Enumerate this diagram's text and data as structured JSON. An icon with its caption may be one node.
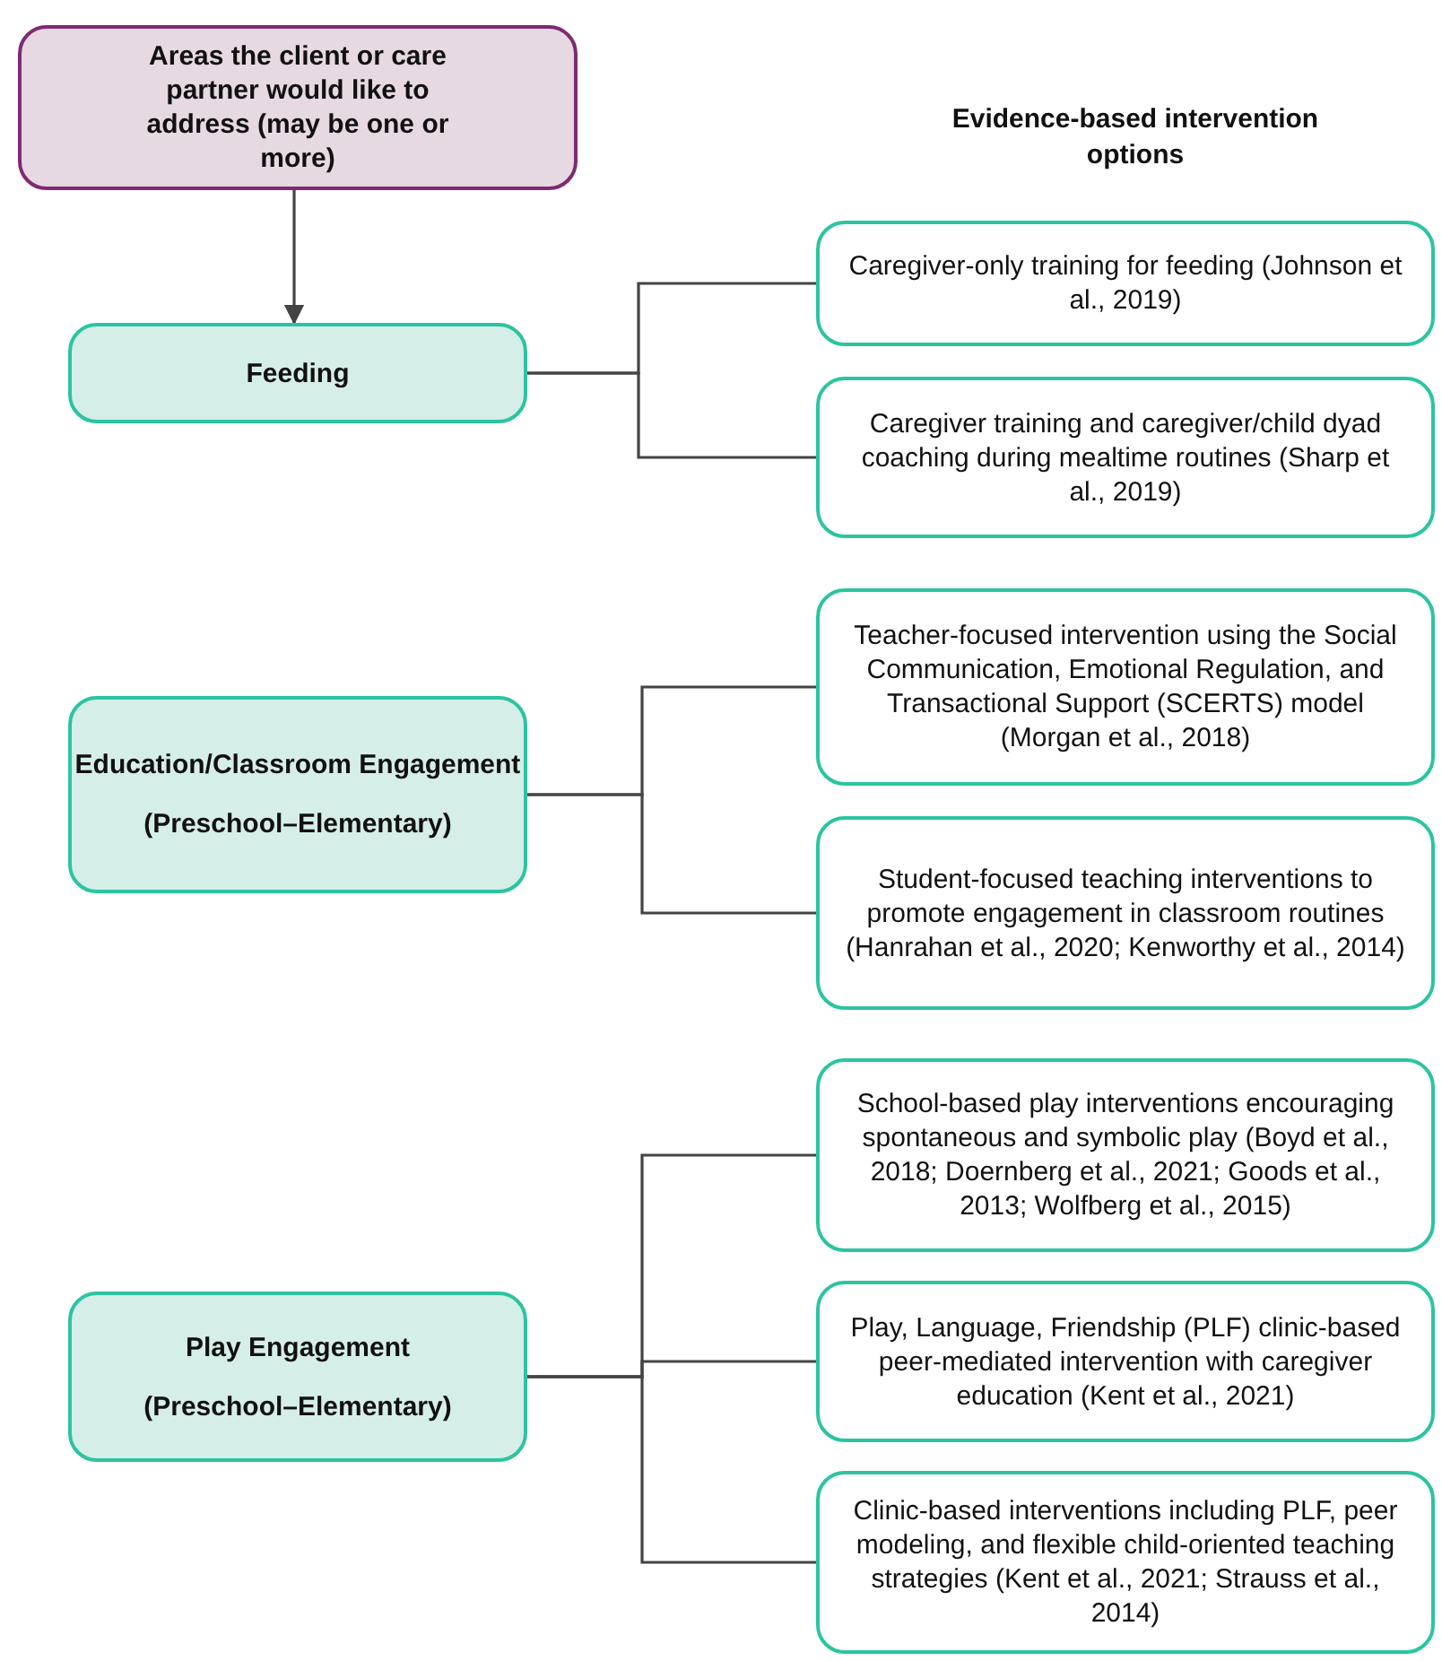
{
  "diagram": {
    "nodes": [
      {
        "text": [
          "Areas the client or care partner would like to address (may be one or more)"
        ]
      },
      {
        "text": [
          "Feeding"
        ]
      },
      {
        "text": [
          "Caregiver-only training for feeding (Johnson et al., 2019)"
        ]
      },
      {
        "text": [
          "Caregiver training and caregiver/child dyad coaching during mealtime routines (Sharp et al., 2019)"
        ]
      },
      {
        "text": [
          "Education/Classroom Engagement",
          "(Preschool–Elementary)"
        ]
      },
      {
        "text": [
          "Teacher-focused intervention using the Social Communication, Emotional Regulation, and Transactional Support (SCERTS) model (Morgan et al., 2018)"
        ]
      },
      {
        "text": [
          "Student-focused teaching interventions to promote engagement in classroom routines (Hanrahan et al., 2020; Kenworthy et al., 2014)"
        ]
      },
      {
        "text": [
          "Play Engagement",
          "(Preschool–Elementary)"
        ]
      },
      {
        "text": [
          "School-based play interventions encouraging spontaneous and symbolic play (Boyd et al., 2018; Doernberg et al., 2021; Goods et al., 2013; Wolfberg et al., 2015)"
        ]
      },
      {
        "text": [
          "Play, Language, Friendship (PLF) clinic-based peer-mediated intervention with caregiver education (Kent et al., 2021)"
        ]
      },
      {
        "text": [
          "Clinic-based interventions including PLF, peer modeling, and flexible child-oriented teaching strategies (Kent et al., 2021; Strauss et al., 2014)"
        ]
      }
    ],
    "edges": [
      {
        "from": 0,
        "to": 1,
        "arrow": "to"
      },
      {
        "from": 1,
        "to": 2,
        "arrow": "none"
      },
      {
        "from": 1,
        "to": 3,
        "arrow": "none"
      },
      {
        "from": 4,
        "to": 5,
        "arrow": "none"
      },
      {
        "from": 4,
        "to": 6,
        "arrow": "none"
      },
      {
        "from": 7,
        "to": 8,
        "arrow": "none"
      },
      {
        "from": 7,
        "to": 9,
        "arrow": "none"
      },
      {
        "from": 7,
        "to": 10,
        "arrow": "none"
      }
    ],
    "labels": [
      "Evidence-based intervention options"
    ]
  }
}
